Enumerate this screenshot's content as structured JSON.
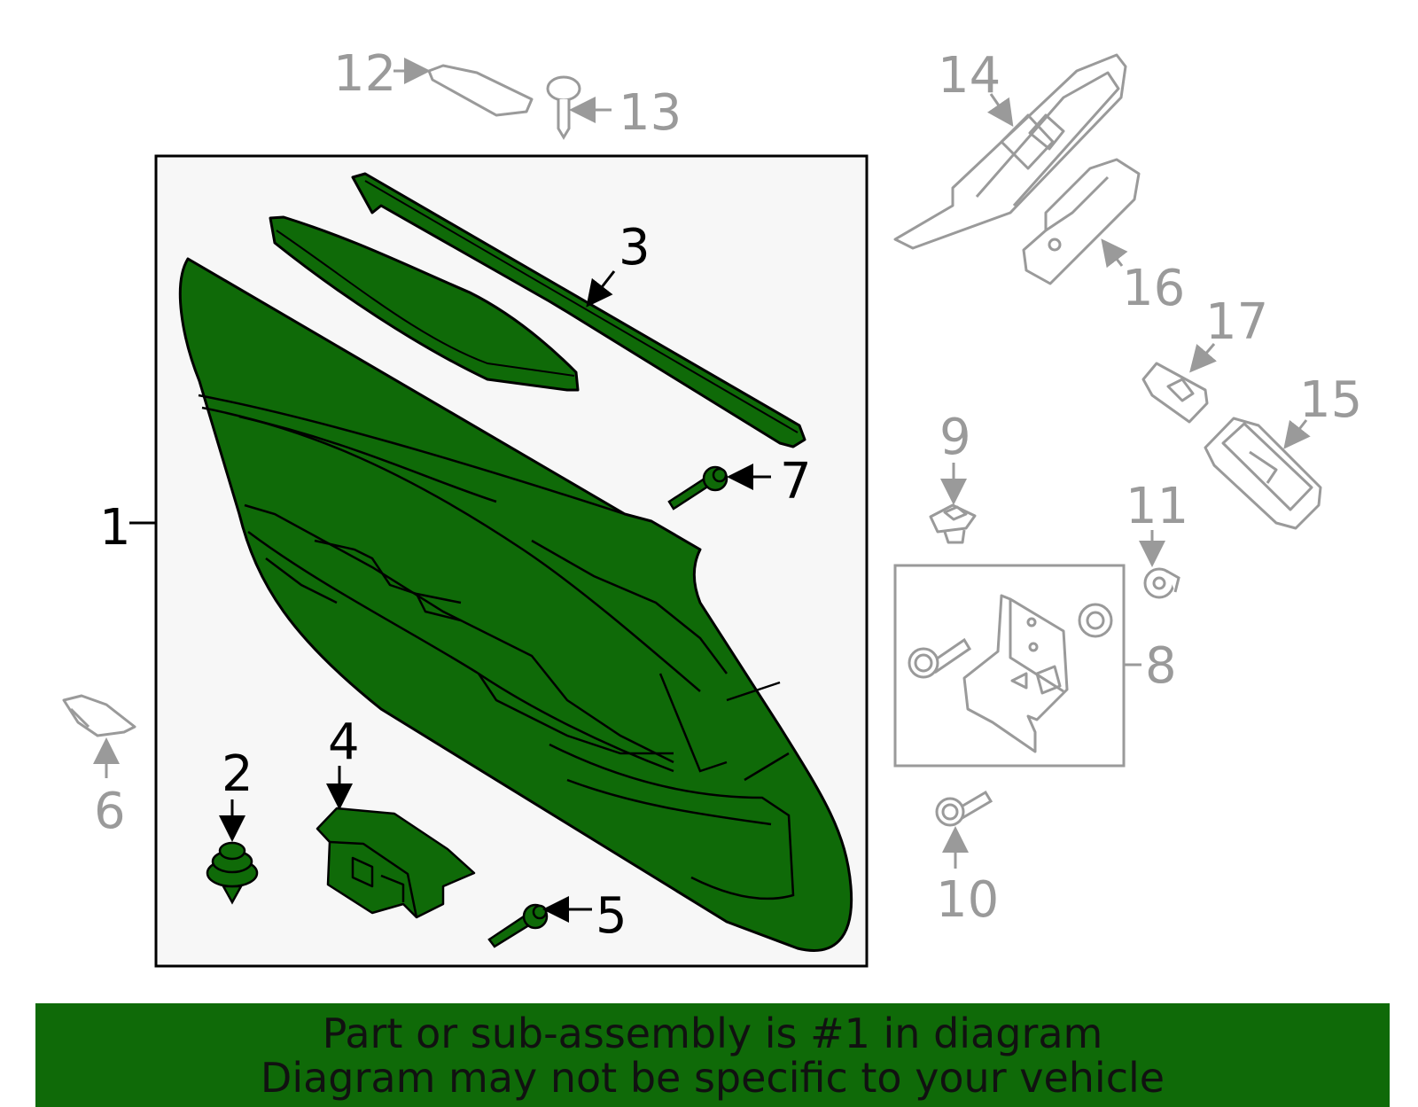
{
  "diagram": {
    "callouts": {
      "c1": "1",
      "c2": "2",
      "c3": "3",
      "c4": "4",
      "c5": "5",
      "c6": "6",
      "c7": "7",
      "c8": "8",
      "c9": "9",
      "c10": "10",
      "c11": "11",
      "c12": "12",
      "c13": "13",
      "c14": "14",
      "c15": "15",
      "c16": "16",
      "c17": "17"
    },
    "highlighted_part": "1",
    "colors": {
      "highlight_fill": "#0f6a08",
      "outline": "#000000",
      "unselected_parts": "#9a9a9a",
      "panel_background": "#f7f7f7"
    }
  },
  "banner": {
    "line1": "Part or sub-assembly is #1 in diagram",
    "line2": "Diagram may not be specific to your vehicle"
  }
}
